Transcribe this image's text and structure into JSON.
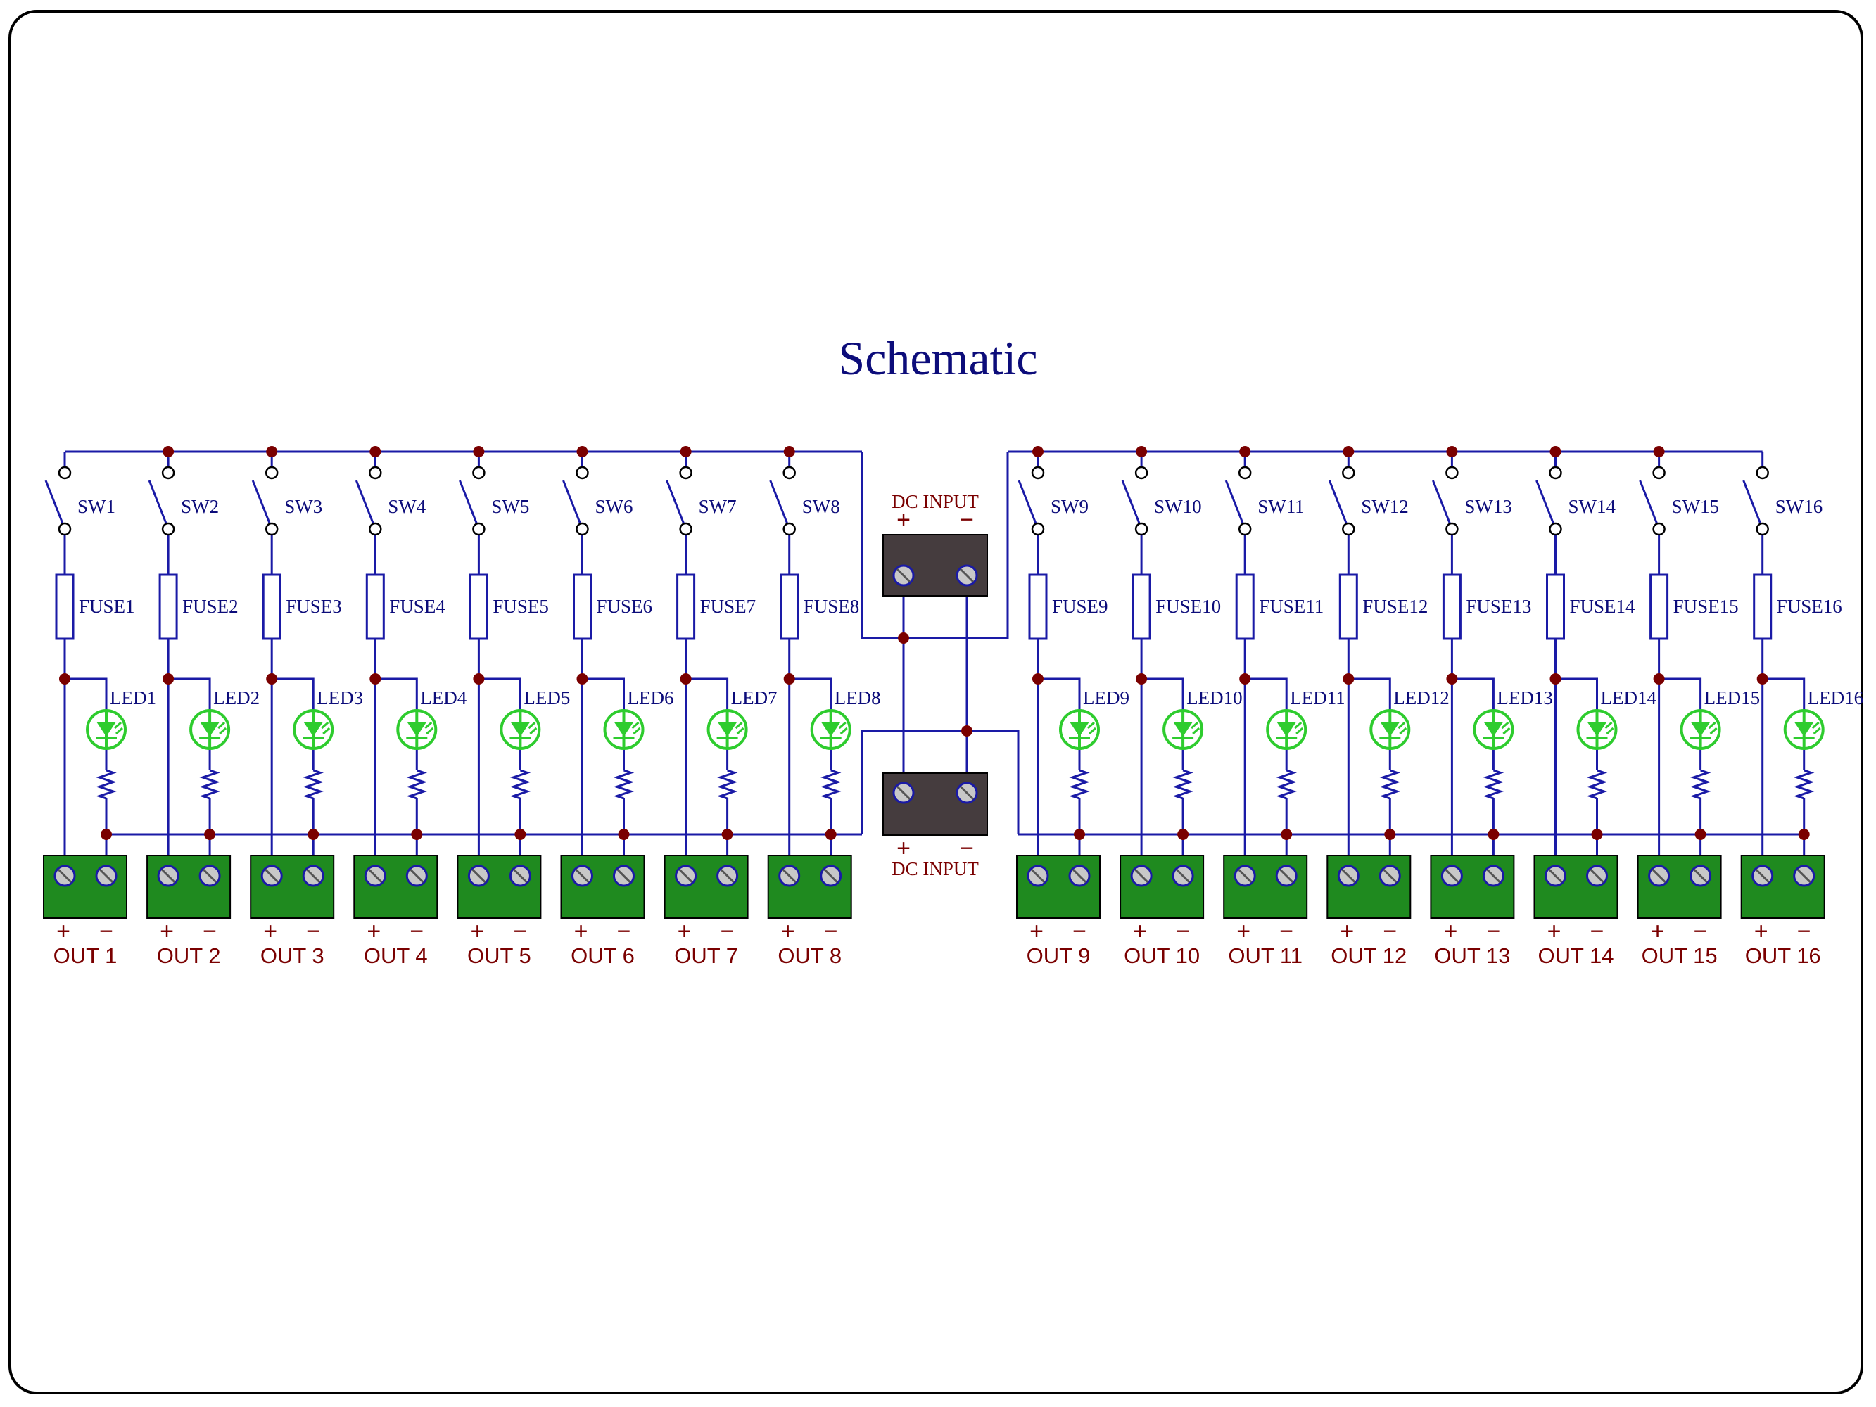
{
  "title": "Schematic",
  "colors": {
    "wire": "#1a1aa6",
    "junction": "#7a0000",
    "label": "#0c0c7a",
    "terminal": "#1f8a1f",
    "dc_block": "#453c3e",
    "led": "#2ecc2e",
    "out_label": "#7a0000"
  },
  "dc_input": {
    "label": "DC INPUT",
    "plus": "+",
    "minus": "−"
  },
  "terminal_polarity": {
    "plus": "+",
    "minus": "−"
  },
  "channels": [
    {
      "sw": "SW1",
      "fuse": "FUSE1",
      "led": "LED1",
      "out": "OUT 1"
    },
    {
      "sw": "SW2",
      "fuse": "FUSE2",
      "led": "LED2",
      "out": "OUT 2"
    },
    {
      "sw": "SW3",
      "fuse": "FUSE3",
      "led": "LED3",
      "out": "OUT 3"
    },
    {
      "sw": "SW4",
      "fuse": "FUSE4",
      "led": "LED4",
      "out": "OUT 4"
    },
    {
      "sw": "SW5",
      "fuse": "FUSE5",
      "led": "LED5",
      "out": "OUT 5"
    },
    {
      "sw": "SW6",
      "fuse": "FUSE6",
      "led": "LED6",
      "out": "OUT 6"
    },
    {
      "sw": "SW7",
      "fuse": "FUSE7",
      "led": "LED7",
      "out": "OUT 7"
    },
    {
      "sw": "SW8",
      "fuse": "FUSE8",
      "led": "LED8",
      "out": "OUT 8"
    },
    {
      "sw": "SW9",
      "fuse": "FUSE9",
      "led": "LED9",
      "out": "OUT 9"
    },
    {
      "sw": "SW10",
      "fuse": "FUSE10",
      "led": "LED10",
      "out": "OUT 10"
    },
    {
      "sw": "SW11",
      "fuse": "FUSE11",
      "led": "LED11",
      "out": "OUT 11"
    },
    {
      "sw": "SW12",
      "fuse": "FUSE12",
      "led": "LED12",
      "out": "OUT 12"
    },
    {
      "sw": "SW13",
      "fuse": "FUSE13",
      "led": "LED13",
      "out": "OUT 13"
    },
    {
      "sw": "SW14",
      "fuse": "FUSE14",
      "led": "LED14",
      "out": "OUT 14"
    },
    {
      "sw": "SW15",
      "fuse": "FUSE15",
      "led": "LED15",
      "out": "OUT 15"
    },
    {
      "sw": "SW16",
      "fuse": "FUSE16",
      "led": "LED16",
      "out": "OUT 16"
    }
  ]
}
